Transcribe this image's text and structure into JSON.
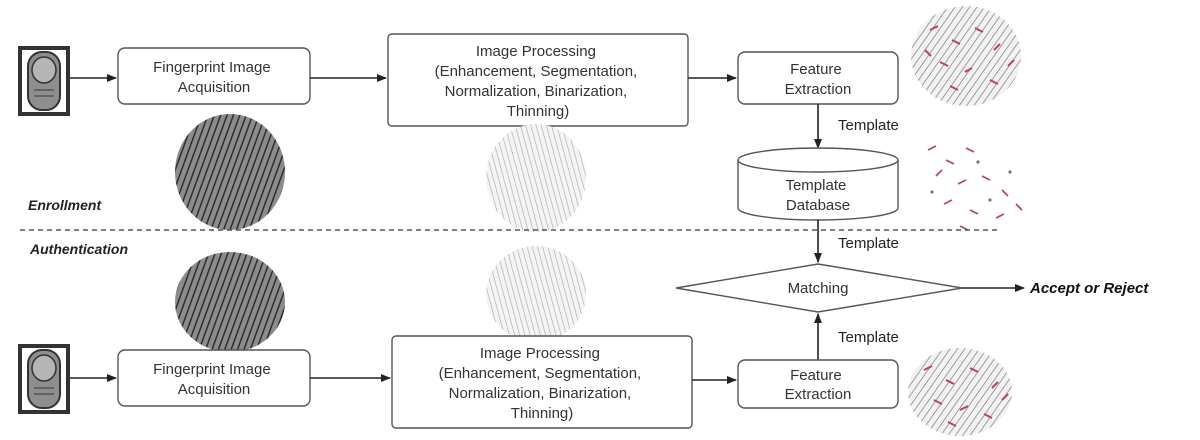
{
  "sections": {
    "enrollment": "Enrollment",
    "authentication": "Authentication"
  },
  "enroll": {
    "acquisition": [
      "Fingerprint Image",
      "Acquisition"
    ],
    "processing": [
      "Image Processing",
      "(Enhancement, Segmentation,",
      "Normalization, Binarization,",
      "Thinning)"
    ],
    "extraction": [
      "Feature",
      "Extraction"
    ],
    "template_label": "Template",
    "database": [
      "Template",
      "Database"
    ]
  },
  "auth": {
    "template_from_db": "Template",
    "matching": "Matching",
    "result": "Accept or Reject",
    "template_from_extraction": "Template",
    "acquisition": [
      "Fingerprint Image",
      "Acquisition"
    ],
    "processing": [
      "Image Processing",
      "(Enhancement, Segmentation,",
      "Normalization, Binarization,",
      "Thinning)"
    ],
    "extraction": [
      "Feature",
      "Extraction"
    ]
  },
  "colors": {
    "box_border": "#555555",
    "minutiae": "#c0405a",
    "fingerprint_dark": "#3a3a3a",
    "fingerprint_light": "#9a9a9a"
  },
  "icons": [
    "finger-scanner-icon",
    "fingerprint-raw-image",
    "fingerprint-thinned-image",
    "minutiae-map-image"
  ]
}
